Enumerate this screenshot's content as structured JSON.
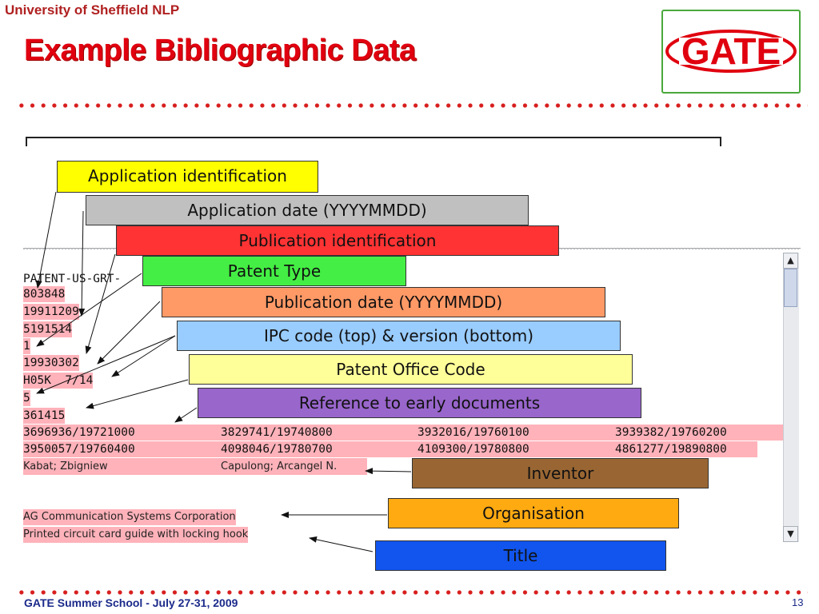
{
  "header": {
    "org": "University of Sheffield NLP",
    "title": "Example Bibliographic Data",
    "logo_text": "GATE"
  },
  "footer": {
    "event": "GATE Summer School - July 27-31, 2009",
    "page": "13"
  },
  "colors": {
    "title_red": "#e0000f",
    "logo_green": "#4aa83c",
    "highlight_pink": "#ffb2ba"
  },
  "record": {
    "first_line": "PATENT-US-GRT-",
    "fields": [
      "803848",
      "19911209",
      "5191514",
      "1",
      "19930302",
      "H05K  7/14",
      "5",
      "361415"
    ],
    "references": [
      [
        "3696936/19721000",
        "3829741/19740800",
        "3932016/19760100",
        "3939382/19760200"
      ],
      [
        "3950057/19760400",
        "4098046/19780700",
        "4109300/19780800",
        "4861277/19890800"
      ]
    ],
    "inventors": [
      "Kabat; Zbigniew",
      "Capulong; Arcangel N."
    ],
    "organisation": "AG Communication Systems Corporation",
    "title": "Printed circuit card guide with locking hook"
  },
  "labels": [
    {
      "text": "Application identification",
      "color": "#ffff00"
    },
    {
      "text": "Application date (YYYYMMDD)",
      "color": "#c0c0c0"
    },
    {
      "text": "Publication identification",
      "color": "#ff3333"
    },
    {
      "text": "Patent Type",
      "color": "#44ee44"
    },
    {
      "text": "Publication date (YYYYMMDD)",
      "color": "#ff9966"
    },
    {
      "text": "IPC code (top) & version (bottom)",
      "color": "#99ccff"
    },
    {
      "text": "Patent Office Code",
      "color": "#ffff99"
    },
    {
      "text": "Reference to early documents",
      "color": "#9966cc"
    },
    {
      "text": "Inventor",
      "color": "#996633"
    },
    {
      "text": "Organisation",
      "color": "#ffaa11"
    },
    {
      "text": "Title",
      "color": "#1155ee"
    }
  ]
}
